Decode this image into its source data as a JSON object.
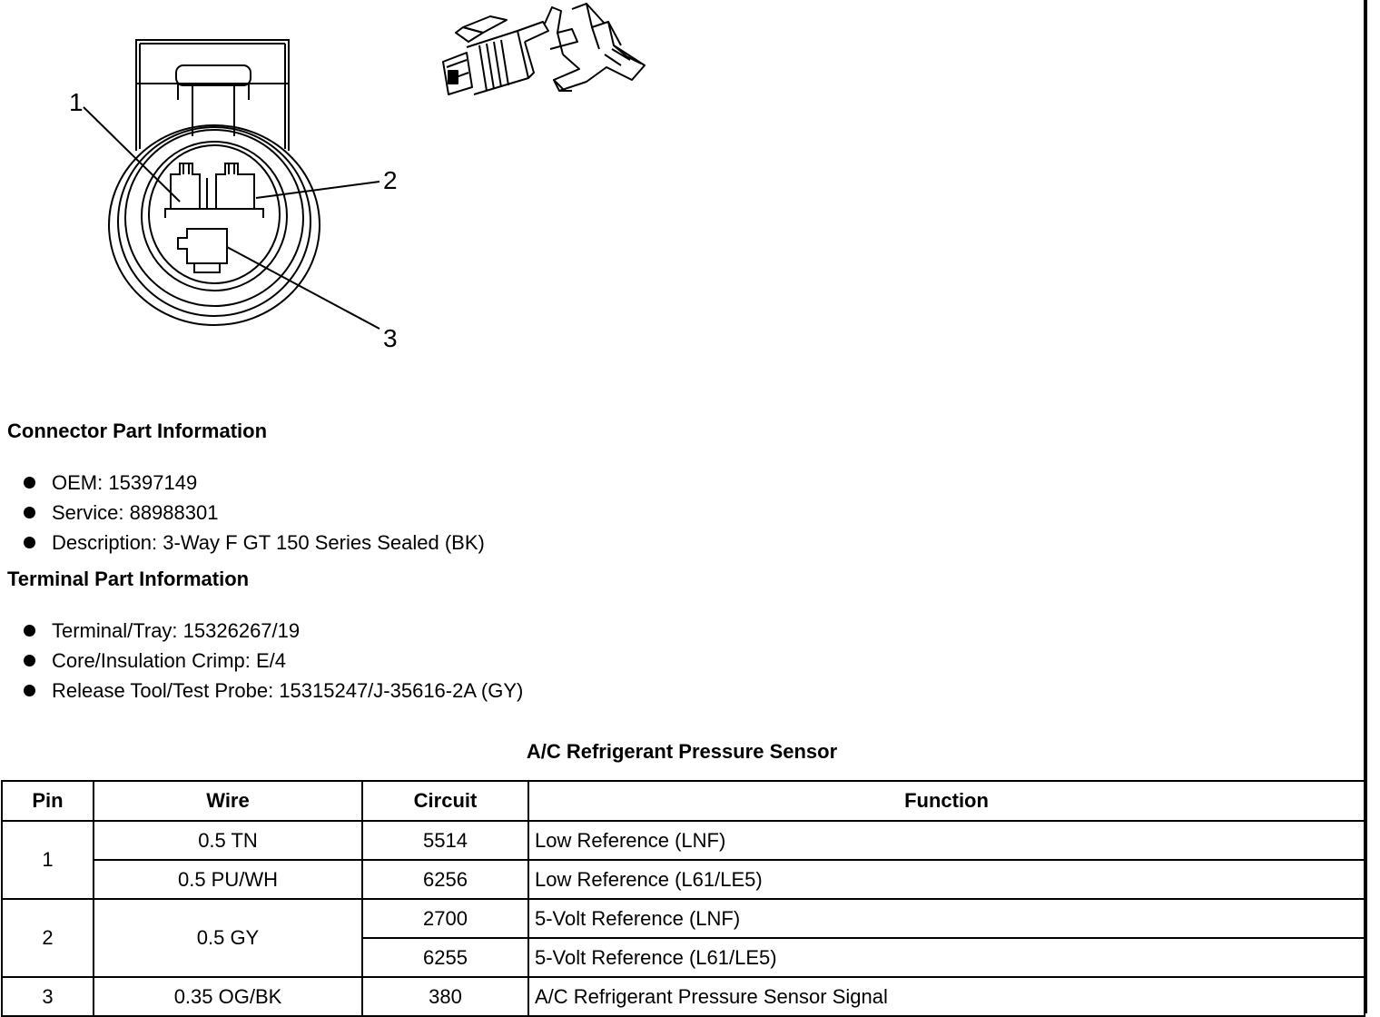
{
  "diagram": {
    "pin_labels": [
      "1",
      "2",
      "3"
    ]
  },
  "connector_info": {
    "heading": "Connector Part Information",
    "items": [
      "OEM: 15397149",
      "Service: 88988301",
      "Description: 3-Way F GT 150 Series Sealed (BK)"
    ]
  },
  "terminal_info": {
    "heading": "Terminal Part Information",
    "items": [
      "Terminal/Tray: 15326267/19",
      "Core/Insulation Crimp: E/4",
      "Release Tool/Test Probe: 15315247/J-35616-2A (GY)"
    ]
  },
  "table": {
    "title": "A/C Refrigerant Pressure Sensor",
    "headers": [
      "Pin",
      "Wire",
      "Circuit",
      "Function"
    ],
    "rows": [
      {
        "pin": "1",
        "wire": "0.5 TN",
        "circuit": "5514",
        "function": "Low Reference (LNF)"
      },
      {
        "wire": "0.5 PU/WH",
        "circuit": "6256",
        "function": "Low Reference (L61/LE5)"
      },
      {
        "pin": "2",
        "wire": "0.5 GY",
        "circuit": "2700",
        "function": "5-Volt Reference (LNF)"
      },
      {
        "circuit": "6255",
        "function": "5-Volt Reference (L61/LE5)"
      },
      {
        "pin": "3",
        "wire": "0.35 OG/BK",
        "circuit": "380",
        "function": "A/C Refrigerant Pressure Sensor Signal"
      }
    ]
  }
}
